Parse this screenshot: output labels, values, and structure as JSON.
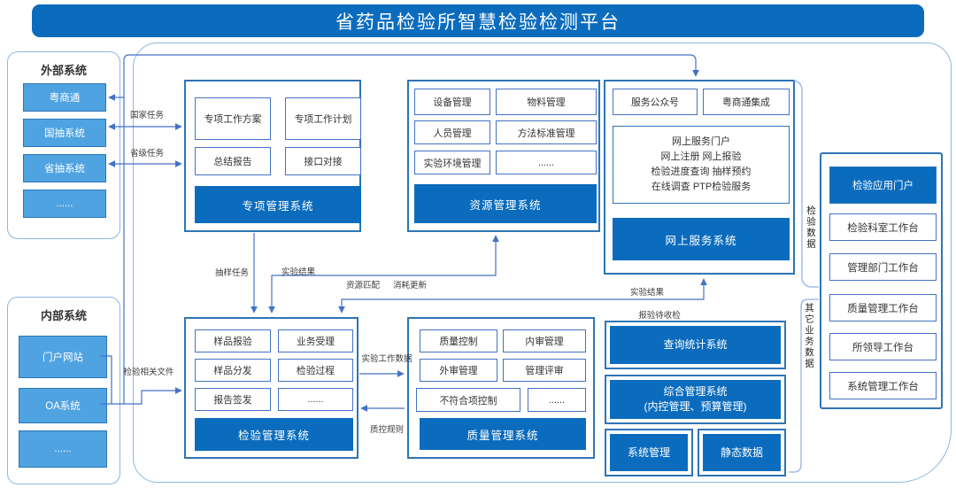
{
  "header": {
    "title": "省药品检验所智慧检验检测平台"
  },
  "external": {
    "label": "外部系统",
    "items": [
      "粤商通",
      "国抽系统",
      "省抽系统",
      "......"
    ]
  },
  "internal": {
    "label": "内部系统",
    "items": [
      "门户网站",
      "OA系统",
      "......"
    ]
  },
  "special": {
    "title": "专项管理系统",
    "modules": [
      "专项工作方案",
      "专项工作计划",
      "总结报告",
      "接口对接"
    ]
  },
  "resource": {
    "title": "资源管理系统",
    "modules": [
      "设备管理",
      "物料管理",
      "人员管理",
      "方法标准管理",
      "实验环境管理",
      "......"
    ]
  },
  "online": {
    "title": "网上服务系统",
    "modules": [
      "服务公众号",
      "粤商通集成"
    ],
    "portal": [
      "网上服务门户",
      "网上注册  网上报验",
      "检验进度查询  抽样预约",
      "在线调查  PTP检验服务"
    ]
  },
  "inspection": {
    "title": "检验管理系统",
    "modules": [
      "样品报验",
      "业务受理",
      "样品分发",
      "检验过程",
      "报告签发",
      "......"
    ]
  },
  "quality": {
    "title": "质量管理系统",
    "modules": [
      "质量控制",
      "内审管理",
      "外审管理",
      "管理评审",
      "不符合项控制",
      "......"
    ]
  },
  "query_stats": {
    "title": "查询统计系统"
  },
  "comprehensive": {
    "title": "综合管理系统",
    "subtitle": "(内控管理、预算管理)"
  },
  "system_mgmt": {
    "title": "系统管理"
  },
  "static_data": {
    "title": "静态数据"
  },
  "workbench": {
    "items": [
      "检验应用门户",
      "检验科室工作台",
      "管理部门工作台",
      "质量管理工作台",
      "所领导工作台",
      "系统管理工作台"
    ]
  },
  "flows": {
    "national_task": "国家任务",
    "provincial_task": "省级任务",
    "inspection_files": "检验相关文件",
    "sampling_task": "抽样任务",
    "experiment_result": "实验结果",
    "resource_match": "资源匹配",
    "consumption_update": "消耗更新",
    "experiment_result_online": "实验结果",
    "pending_inspection": "报验待收检",
    "experiment_work_data": "实验工作数据",
    "qc_rules": "质控规则",
    "inspection_data": "检验数据",
    "other_business_data": "其它业务数据"
  },
  "colors": {
    "primary_blue": "#0B6CBE",
    "item_blue": "#4FA3E1",
    "border_dark": "#2E75B6",
    "connector_blue": "#4472C4",
    "panel_border": "#88B8E8"
  }
}
